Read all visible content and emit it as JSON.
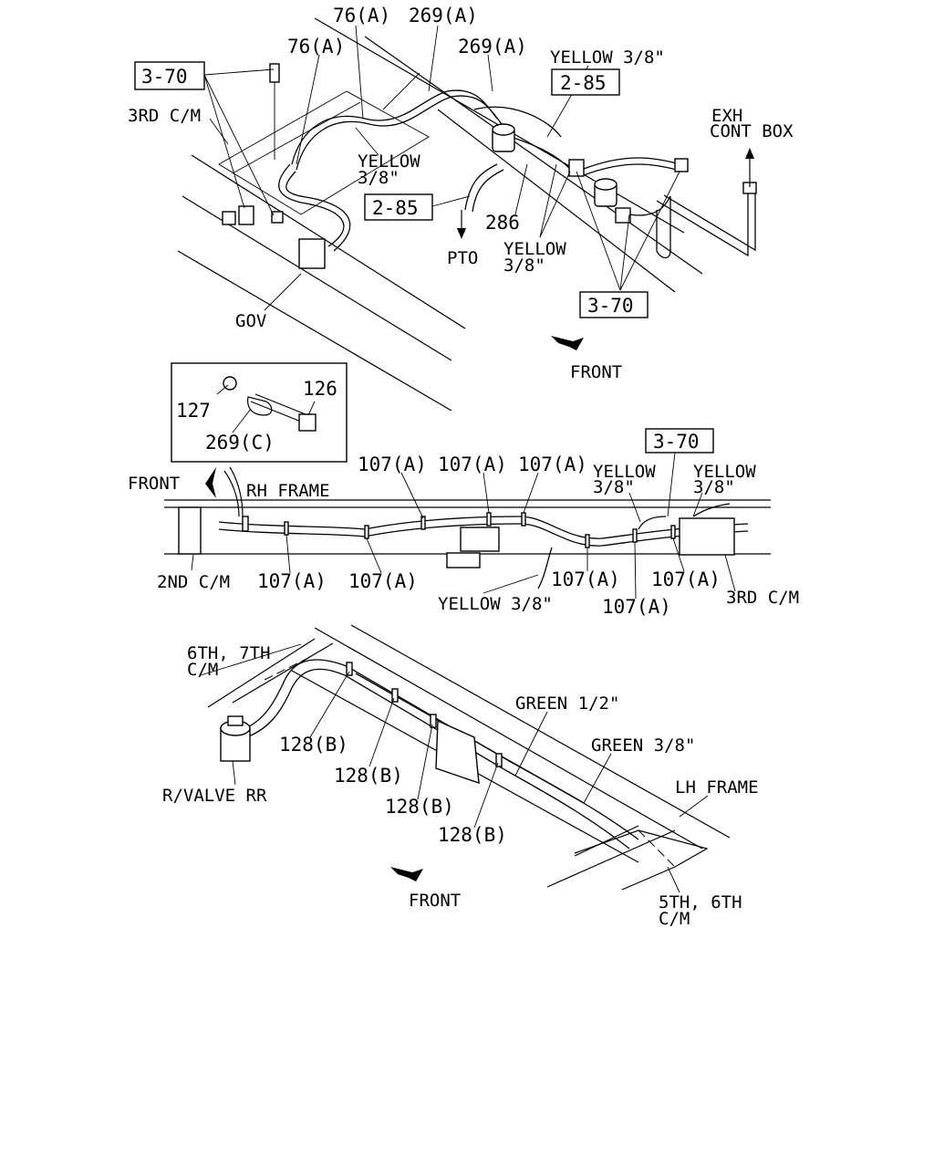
{
  "diagram": {
    "top_view": {
      "labels": {
        "p76a_1": "76(A)",
        "p269a_1": "269(A)",
        "p76a_2": "76(A)",
        "p269a_2": "269(A)",
        "yellow_38_top": "YELLOW 3/8\"",
        "ref_3_70_a": "3-70",
        "ref_2_85_a": "2-85",
        "third_cm": "3RD C/M",
        "yellow_l1": "YELLOW",
        "yellow_l1b": "3/8\"",
        "exh_1": "EXH",
        "exh_2": "CONT BOX",
        "ref_2_85_b": "2-85",
        "p286": "286",
        "pto": "PTO",
        "yellow_l2": "YELLOW",
        "yellow_l2b": "3/8\"",
        "ref_3_70_b": "3-70",
        "gov": "GOV",
        "front": "FRONT"
      }
    },
    "detail_inset": {
      "labels": {
        "p127": "127",
        "p126": "126",
        "p269c": "269(C)"
      }
    },
    "middle_view": {
      "labels": {
        "front": "FRONT",
        "rh_frame": "RH FRAME",
        "p107a_t1": "107(A)",
        "p107a_t2": "107(A)",
        "p107a_t3": "107(A)",
        "ref_3_70": "3-70",
        "yellow_r1": "YELLOW",
        "yellow_r1b": "3/8\"",
        "yellow_r2": "YELLOW",
        "yellow_r2b": "3/8\"",
        "second_cm": "2ND C/M",
        "p107a_b1": "107(A)",
        "p107a_b2": "107(A)",
        "p107a_b3": "107(A)",
        "p107a_b4": "107(A)",
        "p107a_b5": "107(A)",
        "yellow_bottom": "YELLOW 3/8\"",
        "third_cm": "3RD C/M"
      }
    },
    "bottom_view": {
      "labels": {
        "cm_67_a": "6TH, 7TH",
        "cm_67_b": "C/M",
        "green_12": "GREEN 1/2\"",
        "green_38": "GREEN 3/8\"",
        "lh_frame": "LH FRAME",
        "p128b_1": "128(B)",
        "p128b_2": "128(B)",
        "p128b_3": "128(B)",
        "p128b_4": "128(B)",
        "rvalve": "R/VALVE RR",
        "front": "FRONT",
        "cm_56_a": "5TH, 6TH",
        "cm_56_b": "C/M"
      }
    }
  }
}
